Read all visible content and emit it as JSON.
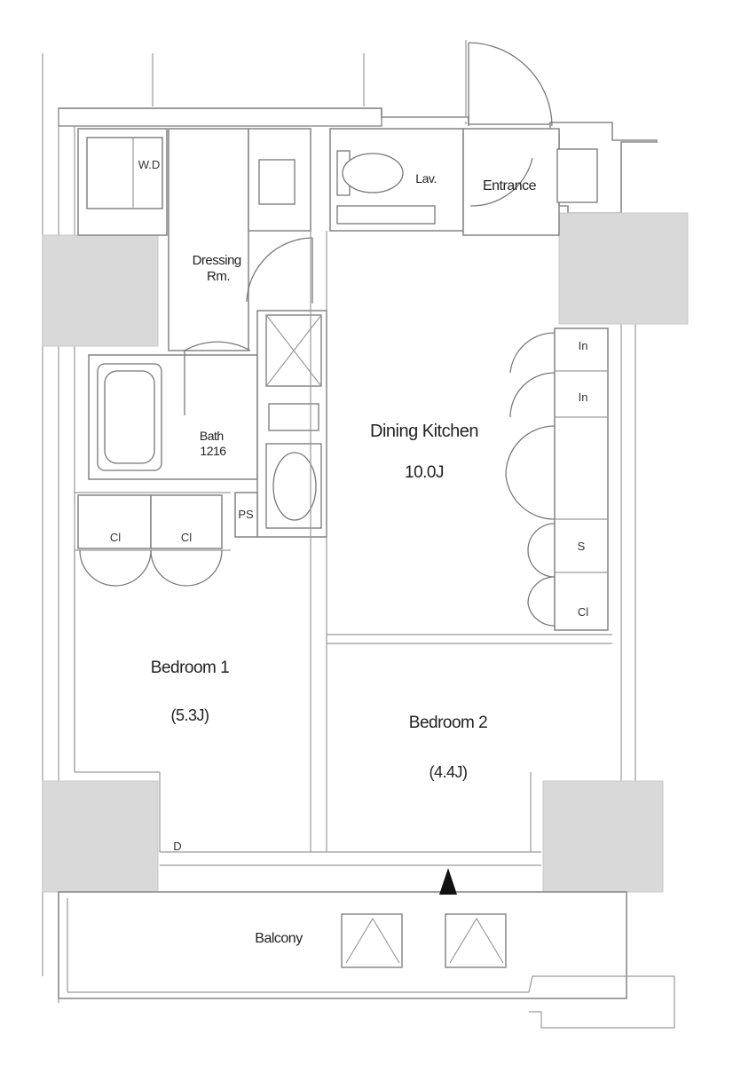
{
  "rooms": {
    "dressing_room": "Dressing\nRm.",
    "lav": "Lav.",
    "entrance": "Entrance",
    "bath": "Bath\n1216",
    "dining_kitchen": "Dining Kitchen",
    "dining_kitchen_size": "10.0J",
    "bedroom1": "Bedroom 1",
    "bedroom1_size": "(5.3J)",
    "bedroom2": "Bedroom 2",
    "bedroom2_size": "(4.4J)",
    "balcony": "Balcony"
  },
  "fixtures": {
    "ps": "PS",
    "d": "D",
    "cl1": "Cl",
    "cl2": "Cl",
    "cl3": "Cl",
    "in1": "In",
    "in2": "In",
    "sc": "S",
    "wd": "W.D"
  },
  "colors": {
    "column": "#d9d9d9",
    "wall": "#8a8a8a",
    "background": "#ffffff"
  }
}
